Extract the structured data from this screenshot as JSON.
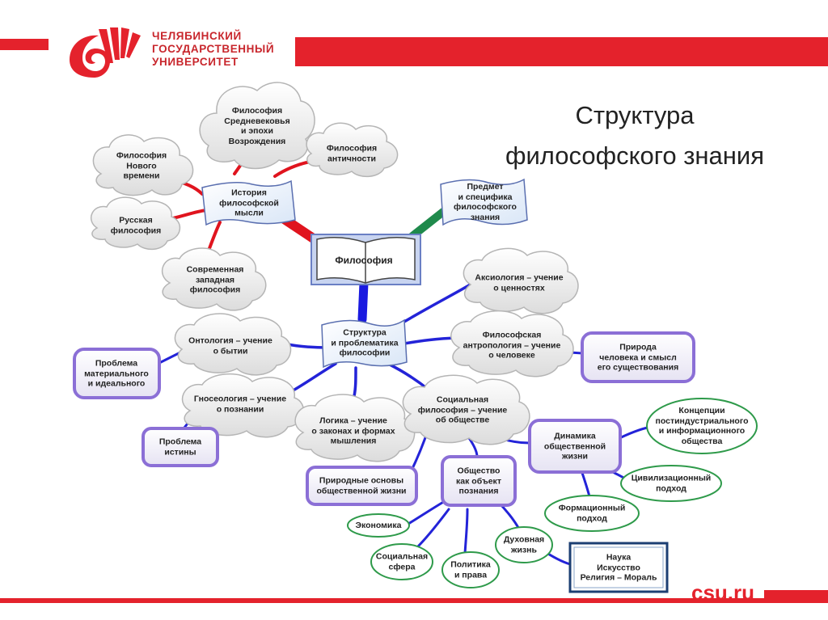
{
  "header": {
    "university_lines": [
      "ЧЕЛЯБИНСКИЙ",
      "ГОСУДАРСТВЕННЫЙ",
      "УНИВЕРСИТЕТ"
    ],
    "site": "csu.ru",
    "brand_color": "#e4222c"
  },
  "slide": {
    "title_lines": [
      "Структура",
      "философского знания"
    ]
  },
  "diagram": {
    "center": {
      "id": "philosophy",
      "lines": [
        "Философия"
      ]
    },
    "nodes": [
      {
        "id": "history",
        "shape": "paper",
        "lines": [
          "История",
          "философской",
          "мысли"
        ]
      },
      {
        "id": "medieval",
        "shape": "cloud",
        "lines": [
          "Философия",
          "Средневековья",
          "и эпохи",
          "Возрождения"
        ]
      },
      {
        "id": "antiquity",
        "shape": "cloud",
        "lines": [
          "Философия",
          "античности"
        ]
      },
      {
        "id": "modern",
        "shape": "cloud",
        "lines": [
          "Философия",
          "Нового",
          "времени"
        ]
      },
      {
        "id": "russian",
        "shape": "cloud",
        "lines": [
          "Русская",
          "философия"
        ]
      },
      {
        "id": "western",
        "shape": "cloud",
        "lines": [
          "Современная",
          "западная",
          "философия"
        ]
      },
      {
        "id": "subject",
        "shape": "paper",
        "lines": [
          "Предмет",
          "и специфика",
          "философского",
          "знания"
        ]
      },
      {
        "id": "structure",
        "shape": "paper",
        "lines": [
          "Структура",
          "и проблематика",
          "философии"
        ]
      },
      {
        "id": "axiology",
        "shape": "cloud",
        "lines": [
          "Аксиология – учение",
          "о ценностях"
        ]
      },
      {
        "id": "anthropology",
        "shape": "cloud",
        "lines": [
          "Философская",
          "антропология – учение",
          "о человеке"
        ]
      },
      {
        "id": "nature_human",
        "shape": "box-purple",
        "lines": [
          "Природа",
          "человека и смысл",
          "его существования"
        ]
      },
      {
        "id": "ontology",
        "shape": "cloud",
        "lines": [
          "Онтология – учение",
          "о бытии"
        ]
      },
      {
        "id": "material",
        "shape": "box-purple",
        "lines": [
          "Проблема",
          "материального",
          "и идеального"
        ]
      },
      {
        "id": "gnoseology",
        "shape": "cloud",
        "lines": [
          "Гносеология – учение",
          "о познании"
        ]
      },
      {
        "id": "truth",
        "shape": "box-purple",
        "lines": [
          "Проблема",
          "истины"
        ]
      },
      {
        "id": "logic",
        "shape": "cloud",
        "lines": [
          "Логика – учение",
          "о законах и формах",
          "мышления"
        ]
      },
      {
        "id": "social",
        "shape": "cloud",
        "lines": [
          "Социальная",
          "философия – учение",
          "об обществе"
        ]
      },
      {
        "id": "dynamics",
        "shape": "box-purple",
        "lines": [
          "Динамика",
          "общественной",
          "жизни"
        ]
      },
      {
        "id": "concepts",
        "shape": "oval-green",
        "lines": [
          "Концепции",
          "постиндустриального",
          "и информационного",
          "общества"
        ]
      },
      {
        "id": "civil",
        "shape": "oval-green",
        "lines": [
          "Цивилизационный",
          "подход"
        ]
      },
      {
        "id": "formation",
        "shape": "oval-green",
        "lines": [
          "Формационный",
          "подход"
        ]
      },
      {
        "id": "natural_base",
        "shape": "box-purple",
        "lines": [
          "Природные основы",
          "общественной жизни"
        ]
      },
      {
        "id": "society",
        "shape": "box-purple",
        "lines": [
          "Общество",
          "как объект",
          "познания"
        ]
      },
      {
        "id": "economy",
        "shape": "oval-green",
        "lines": [
          "Экономика"
        ]
      },
      {
        "id": "social_sphere",
        "shape": "oval-green",
        "lines": [
          "Социальная",
          "сфера"
        ]
      },
      {
        "id": "politics",
        "shape": "oval-green",
        "lines": [
          "Политика",
          "и права"
        ]
      },
      {
        "id": "spiritual",
        "shape": "oval-green",
        "lines": [
          "Духовная",
          "жизнь"
        ]
      },
      {
        "id": "culture",
        "shape": "box-navy",
        "lines": [
          "Наука",
          "Искусство",
          "Религия – Мораль"
        ]
      }
    ],
    "colors": {
      "history_branch": "#e0141e",
      "subject_branch": "#1f8a4c",
      "structure_branch": "#1a1ae0",
      "cloud_fill": "#f2f2f2",
      "box_border": "#8b6fd6",
      "oval_border": "#2e9a4a",
      "navy_border": "#1c3f73"
    }
  }
}
